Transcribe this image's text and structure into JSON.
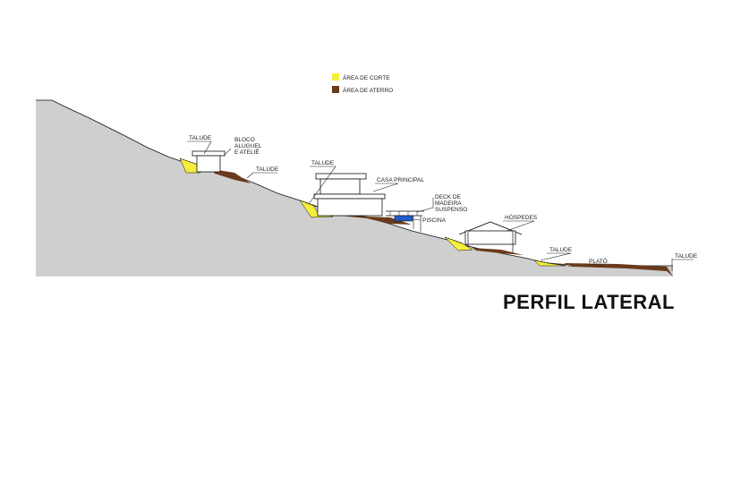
{
  "legend": {
    "cut": {
      "label": "ÁREA DE CORTE",
      "color": "#f5ee3a"
    },
    "fill": {
      "label": "ÁREA DE ATERRO",
      "color": "#6b3a1c"
    }
  },
  "labels": {
    "talude_1": "TALUDE",
    "bloco_1": "BLOCO",
    "bloco_2": "ALUGUEL",
    "bloco_3": "E ATELIÊ",
    "talude_2": "TALUDE",
    "talude_3": "TALUDE",
    "casa": "CASA PRINCIPAL",
    "deck_1": "DECK DE",
    "deck_2": "MADEIRA",
    "deck_3": "SUSPENSO",
    "piscina": "PISCINA",
    "hospedes": "HÓSPEDES",
    "talude_4": "TALUDE",
    "plato": "PLATÔ",
    "talude_5": "TALUDE"
  },
  "title": "PERFIL LATERAL",
  "colors": {
    "terrain": "#cfcfcf",
    "pool": "#1f5ccc",
    "building_fill": "#ffffff",
    "line": "#111111"
  }
}
